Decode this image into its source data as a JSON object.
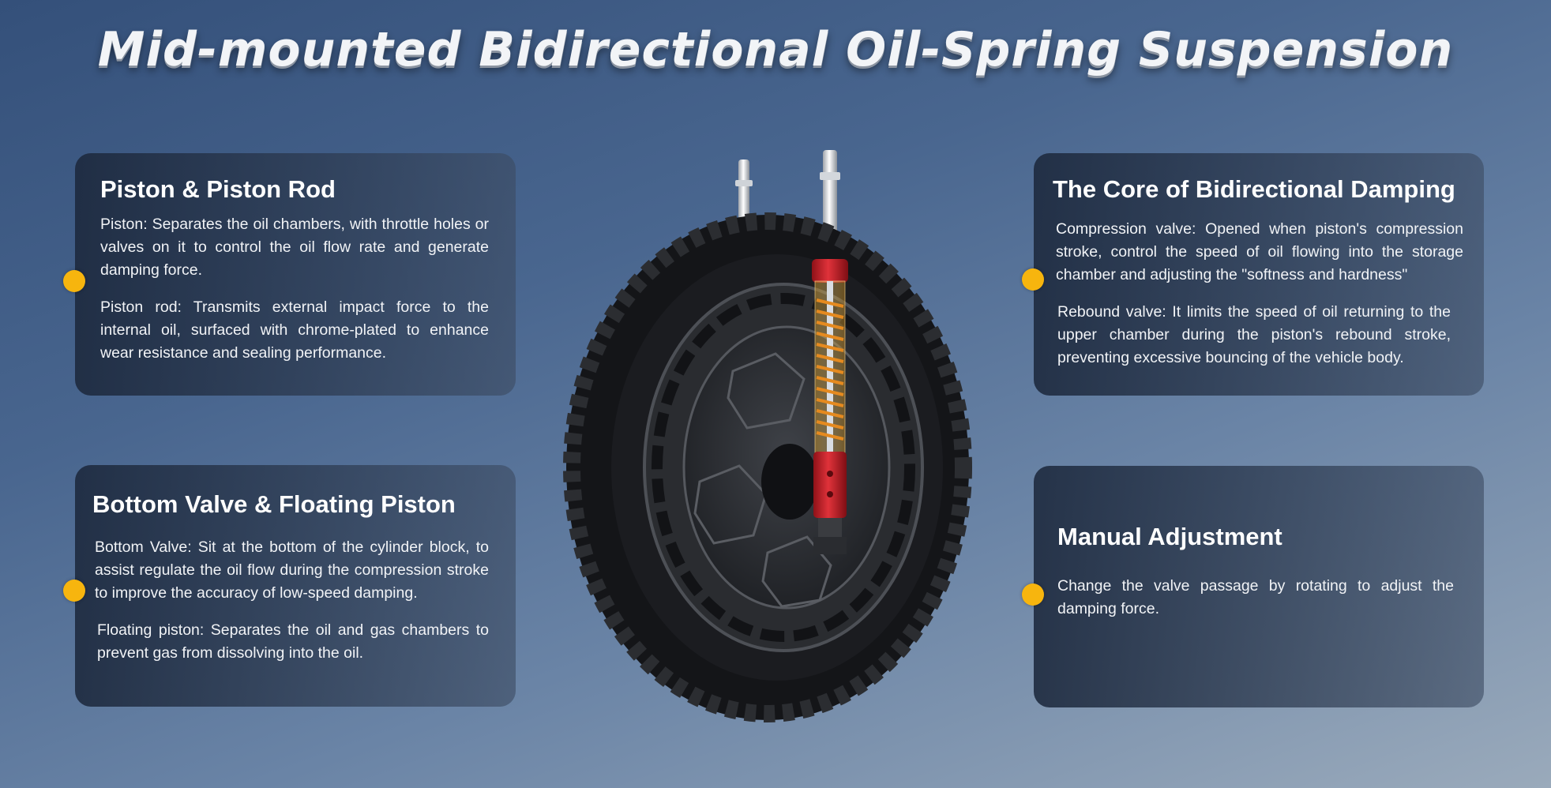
{
  "title": "Mid-mounted Bidirectional Oil-Spring Suspension",
  "cards": {
    "piston": {
      "heading": "Piston & Piston Rod",
      "p1": "Piston: Separates the oil chambers, with throttle holes or valves on it to control the oil flow rate and generate damping force.",
      "p2": "Piston rod: Transmits external impact force to the internal oil, surfaced with chrome-plated to enhance wear resistance and sealing performance."
    },
    "bottom_valve": {
      "heading": "Bottom Valve & Floating Piston",
      "p1": "Bottom Valve: Sit at the bottom of the cylinder block, to assist regulate the oil flow during the compression stroke to improve the accuracy of low-speed damping.",
      "p2": "Floating piston: Separates the oil and gas chambers to prevent gas from dissolving into the oil."
    },
    "core": {
      "heading": "The Core of Bidirectional Damping",
      "p1": "Compression valve: Opened when piston's compression stroke, control the speed of oil flowing into the storage chamber and adjusting the \"softness and hardness\"",
      "p2": "Rebound valve: It limits the speed of oil returning to the upper chamber during the piston's rebound stroke, preventing excessive bouncing of the vehicle body."
    },
    "manual": {
      "heading": "Manual Adjustment",
      "p1": "Change the valve passage by rotating to adjust the damping force."
    }
  },
  "colors": {
    "accent_dot": "#f7b50e",
    "shock_red": "#c8202a",
    "spring_orange": "#e58a1f"
  },
  "image": {
    "subject": "wheel-hub-motor-with-shock-absorber"
  }
}
